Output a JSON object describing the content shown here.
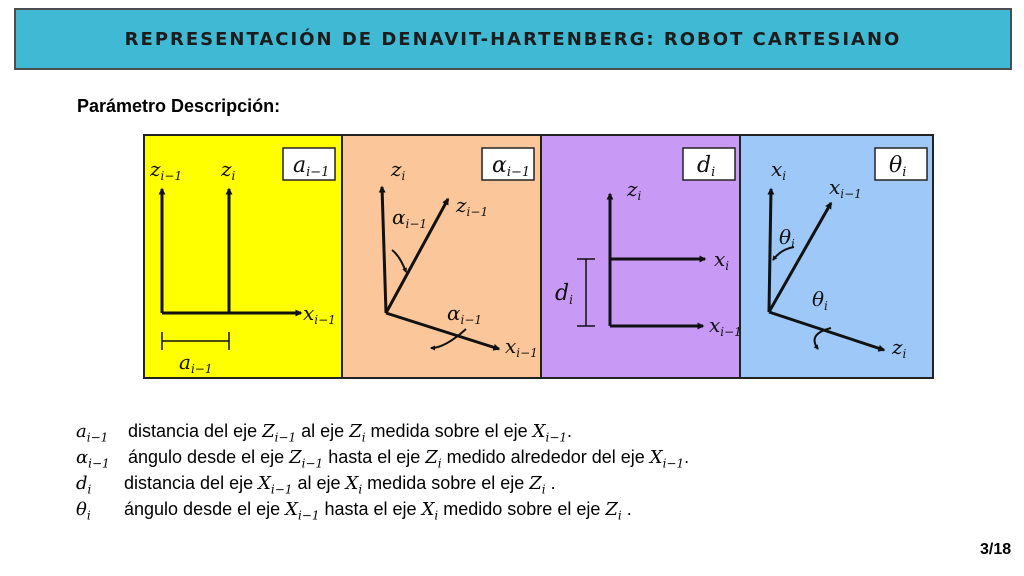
{
  "header": {
    "title": "REPRESENTACIÓN DE DENAVIT-HARTENBERG: ROBOT CARTESIANO"
  },
  "section": {
    "heading": "Parámetro Descripción:"
  },
  "panels": [
    {
      "name": "a",
      "color": "#ffff00",
      "badge": "a",
      "badge_sub": "i−1",
      "labels": {
        "z_prev": "z",
        "z_prev_sub": "i−1",
        "z_cur": "z",
        "z_cur_sub": "i",
        "x_axis": "x",
        "x_axis_sub": "i−1",
        "dim": "a",
        "dim_sub": "i−1"
      }
    },
    {
      "name": "alpha",
      "color": "#fbc79a",
      "badge": "α",
      "badge_sub": "i−1",
      "labels": {
        "z_cur": "z",
        "z_cur_sub": "i",
        "z_prev": "z",
        "z_prev_sub": "i−1",
        "angle_top": "α",
        "angle_top_sub": "i−1",
        "angle_bottom": "α",
        "angle_bottom_sub": "i−1",
        "x_axis": "x",
        "x_axis_sub": "i−1"
      }
    },
    {
      "name": "d",
      "color": "#c89af6",
      "badge": "d",
      "badge_sub": "i",
      "labels": {
        "z_cur": "z",
        "z_cur_sub": "i",
        "x_cur": "x",
        "x_cur_sub": "i",
        "dim": "d",
        "dim_sub": "i",
        "x_prev": "x",
        "x_prev_sub": "i−1"
      }
    },
    {
      "name": "theta",
      "color": "#9dc8f7",
      "badge": "θ",
      "badge_sub": "i",
      "labels": {
        "x_cur": "x",
        "x_cur_sub": "i",
        "x_prev": "x",
        "x_prev_sub": "i−1",
        "angle_top": "θ",
        "angle_top_sub": "i",
        "angle_bottom": "θ",
        "angle_bottom_sub": "i",
        "z_axis": "z",
        "z_axis_sub": "i"
      }
    }
  ],
  "definitions": [
    {
      "sym": "a",
      "sym_sub": "i−1",
      "t1": "distancia del eje ",
      "v1": "Z",
      "v1_sub": "i−1",
      "t2": " al eje ",
      "v2": "Z",
      "v2_sub": "i",
      "t3": " medida sobre el eje ",
      "v3": "X",
      "v3_sub": "i−1",
      "t4": "."
    },
    {
      "sym": "α",
      "sym_sub": "i−1",
      "t1": "ángulo desde el eje ",
      "v1": "Z",
      "v1_sub": "i−1",
      "t2": " hasta el eje ",
      "v2": "Z",
      "v2_sub": "i",
      "t3": " medido alrededor del eje ",
      "v3": "X",
      "v3_sub": "i−1",
      "t4": "."
    },
    {
      "sym": "d",
      "sym_sub": "i",
      "t1": "distancia del eje ",
      "v1": "X",
      "v1_sub": "i−1",
      "t2": " al eje ",
      "v2": "X",
      "v2_sub": "i",
      "t3": " medida sobre el eje ",
      "v3": "Z",
      "v3_sub": "i",
      "t4": " ."
    },
    {
      "sym": "θ",
      "sym_sub": "i",
      "t1": "ángulo desde el eje ",
      "v1": "X",
      "v1_sub": "i−1",
      "t2": " hasta el eje ",
      "v2": "X",
      "v2_sub": "i",
      "t3": " medido sobre el eje ",
      "v3": "Z",
      "v3_sub": "i",
      "t4": " ."
    }
  ],
  "footer": {
    "page": "3/18"
  }
}
